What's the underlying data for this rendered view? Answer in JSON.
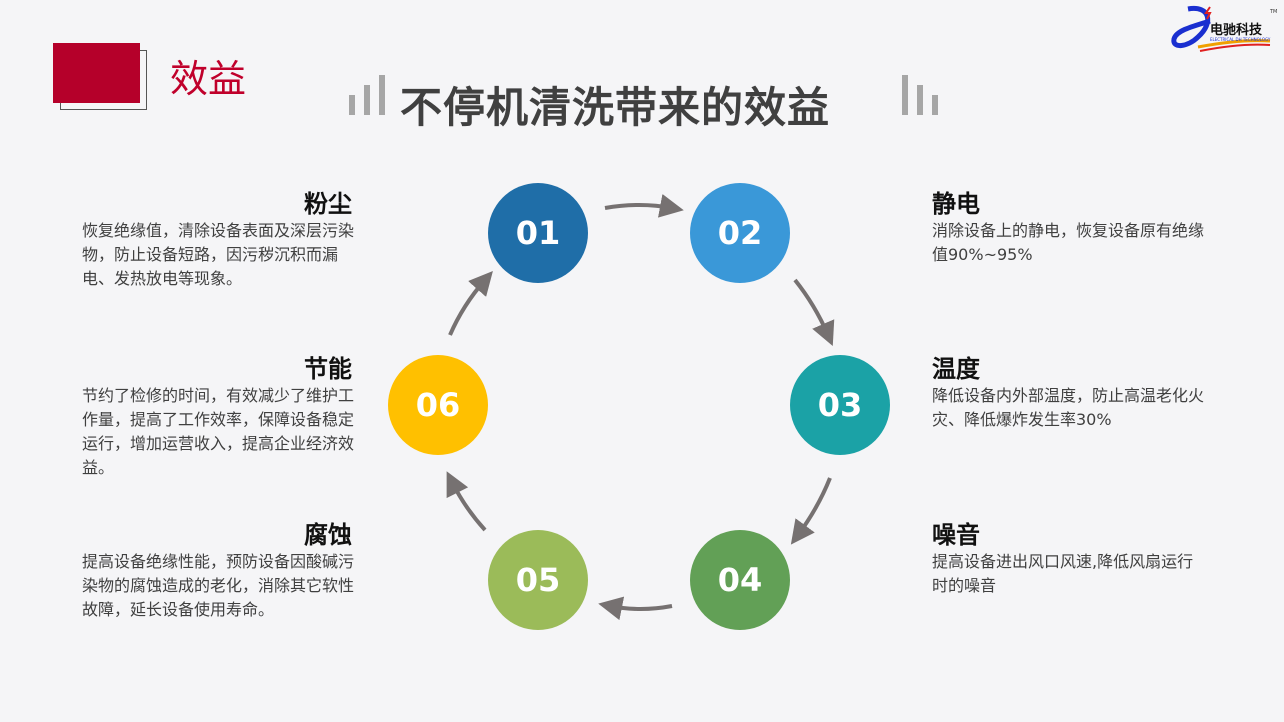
{
  "logo": {
    "text": "电驰科技",
    "subtext": "ELECTRICAL DH TECHNOLOGY",
    "tm": "TM"
  },
  "section_label": "效益",
  "title": "不停机清洗带来的效益",
  "colors": {
    "accent": "#b5002a",
    "arrow": "#767171"
  },
  "steps": [
    {
      "num": "01",
      "title": "粉尘",
      "text": "恢复绝缘值，清除设备表面及深层污染物，防止设备短路，因污秽沉积而漏电、发热放电等现象。",
      "color": "#1f6ea8"
    },
    {
      "num": "02",
      "title": "静电",
      "text": "消除设备上的静电，恢复设备原有绝缘值90%~95%",
      "color": "#3a98d8"
    },
    {
      "num": "03",
      "title": "温度",
      "text": "降低设备内外部温度，防止高温老化火灾、降低爆炸发生率30%",
      "color": "#1ba2a6"
    },
    {
      "num": "04",
      "title": "噪音",
      "text": "提高设备进出风口风速,降低风扇运行时的噪音",
      "color": "#62a056"
    },
    {
      "num": "05",
      "title": "腐蚀",
      "text": "提高设备绝缘性能，预防设备因酸碱污染物的腐蚀造成的老化，消除其它软性故障，延长设备使用寿命。",
      "color": "#9bbb59"
    },
    {
      "num": "06",
      "title": "节能",
      "text": "节约了检修的时间，有效减少了维护工作量，提高了工作效率，保障设备稳定运行，增加运营收入，提高企业经济效益。",
      "color": "#ffc000"
    }
  ]
}
